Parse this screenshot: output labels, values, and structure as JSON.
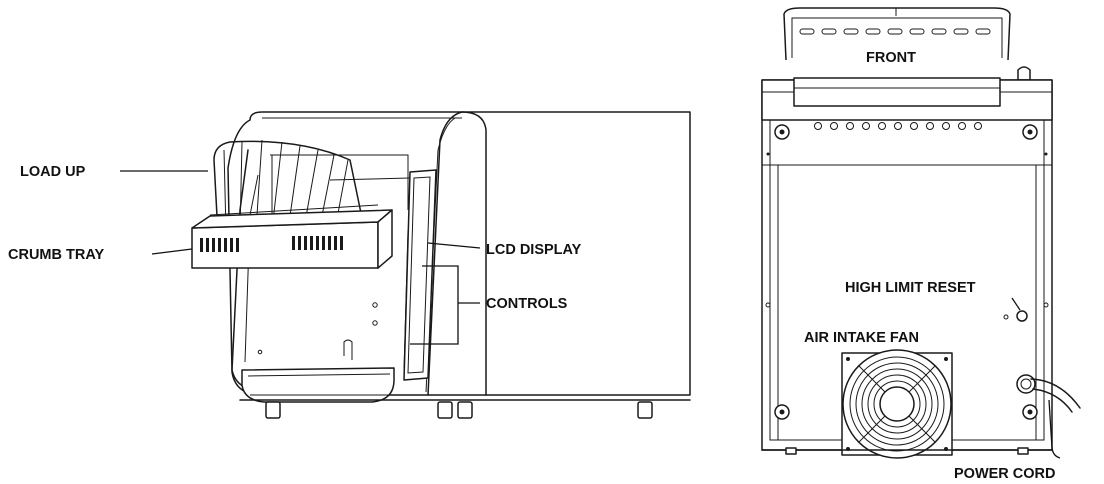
{
  "labels": {
    "load_up": "LOAD UP",
    "crumb_tray": "CRUMB TRAY",
    "lcd_display": "LCD DISPLAY",
    "controls": "CONTROLS",
    "front": "FRONT",
    "high_limit_reset": "HIGH LIMIT RESET",
    "air_intake_fan": "AIR INTAKE FAN",
    "power_cord": "POWER CORD"
  }
}
